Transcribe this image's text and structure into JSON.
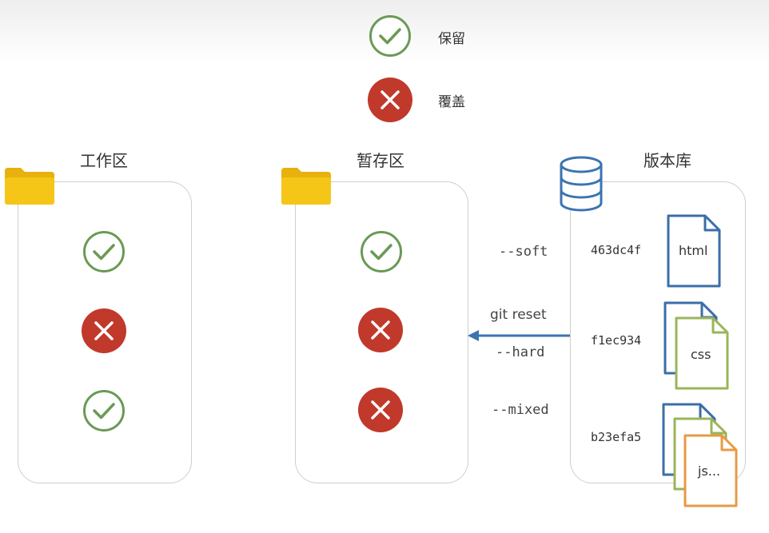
{
  "legend": {
    "keep_label": "保留",
    "overwrite_label": "覆盖"
  },
  "areas": {
    "working": {
      "title": "工作区",
      "states": [
        "keep",
        "overwrite",
        "keep"
      ]
    },
    "staging": {
      "title": "暂存区",
      "states": [
        "keep",
        "overwrite",
        "overwrite"
      ]
    },
    "repository": {
      "title": "版本库"
    }
  },
  "commits": [
    {
      "hash": "463dc4f",
      "files": [
        "html"
      ]
    },
    {
      "hash": "f1ec934",
      "files": [
        "css"
      ]
    },
    {
      "hash": "b23efa5",
      "files": [
        "js..."
      ]
    }
  ],
  "reset": {
    "command": "git reset",
    "options": [
      "--soft",
      "--hard",
      "--mixed"
    ]
  },
  "colors": {
    "keep": "#6a9a55",
    "overwrite": "#c0392b",
    "folder": "#f5c518",
    "database": "#3b74b0",
    "arrow": "#3b74b0",
    "doc_blue": "#3b6ea8",
    "doc_green": "#9ab55a",
    "doc_orange": "#e79a45"
  },
  "icons": {
    "keep": "check-circle-icon",
    "overwrite": "x-circle-icon",
    "folder": "folder-icon",
    "database": "database-icon",
    "document": "document-icon"
  }
}
